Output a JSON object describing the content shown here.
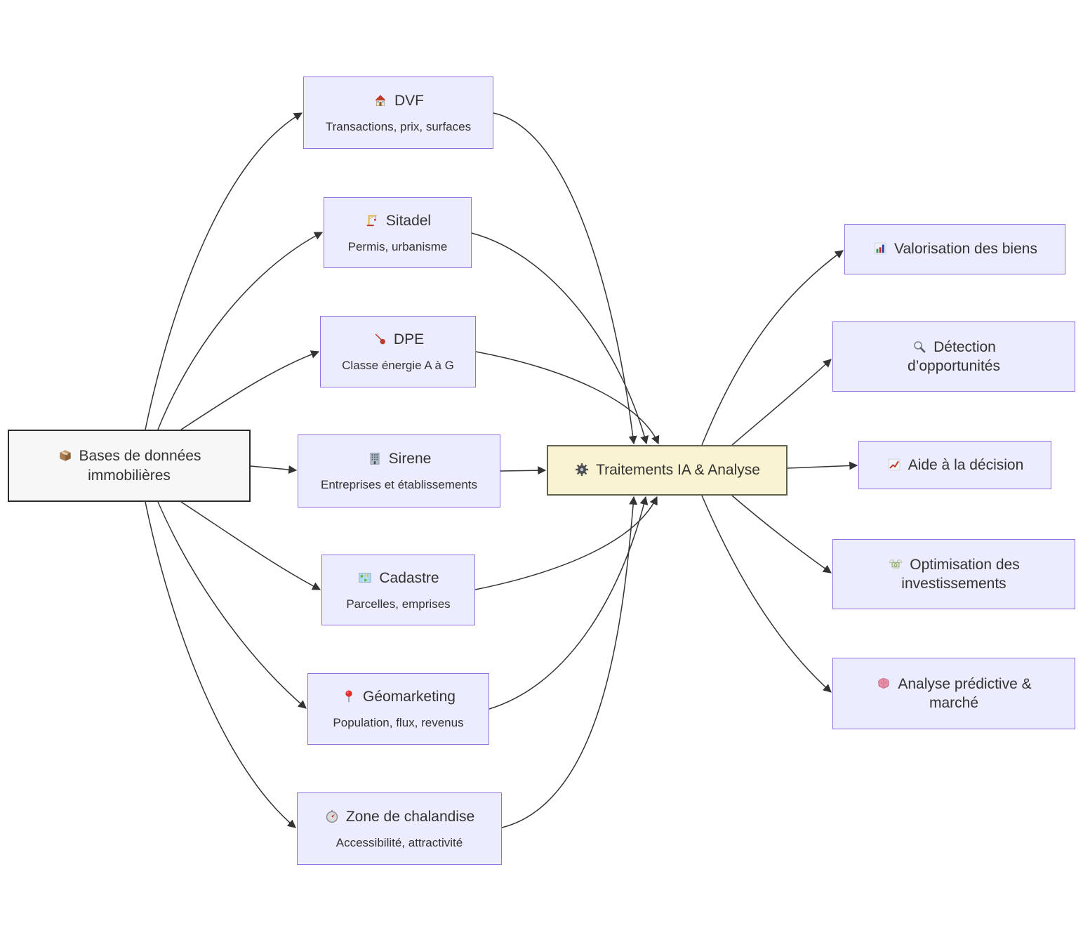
{
  "diagram": {
    "colors": {
      "canvas_bg": "#ffffff",
      "db_node_fill": "#ECECFF",
      "db_node_border": "#9370DB",
      "source_node_fill": "#F7F7F7",
      "source_node_border": "#2B2B2B",
      "process_node_fill": "#FAF3D1",
      "process_node_border": "#61614B",
      "edge_color": "#333333",
      "text_color": "#333333"
    },
    "source": {
      "icon": "package-icon",
      "title": "Bases de données immobilières"
    },
    "databases": [
      {
        "icon": "house-icon",
        "title": "DVF",
        "subtitle": "Transactions, prix, surfaces"
      },
      {
        "icon": "crane-icon",
        "title": "Sitadel",
        "subtitle": "Permis, urbanisme"
      },
      {
        "icon": "thermometer-icon",
        "title": "DPE",
        "subtitle": "Classe énergie A à G"
      },
      {
        "icon": "office-building-icon",
        "title": "Sirene",
        "subtitle": "Entreprises et établissements"
      },
      {
        "icon": "world-map-icon",
        "title": "Cadastre",
        "subtitle": "Parcelles, emprises"
      },
      {
        "icon": "pushpin-icon",
        "title": "Géomarketing",
        "subtitle": "Population, flux, revenus"
      },
      {
        "icon": "compass-icon",
        "title": "Zone de chalandise",
        "subtitle": "Accessibilité, attractivité"
      }
    ],
    "processing": {
      "icon": "gear-icon",
      "title": "Traitements IA & Analyse"
    },
    "outputs": [
      {
        "icon": "bar-chart-icon",
        "title": "Valorisation des biens"
      },
      {
        "icon": "magnifier-icon",
        "title": "Détection d’opportunités"
      },
      {
        "icon": "chart-increasing-icon",
        "title": "Aide à la décision"
      },
      {
        "icon": "money-wings-icon",
        "title": "Optimisation des investissements"
      },
      {
        "icon": "brain-icon",
        "title": "Analyse prédictive & marché"
      }
    ]
  }
}
